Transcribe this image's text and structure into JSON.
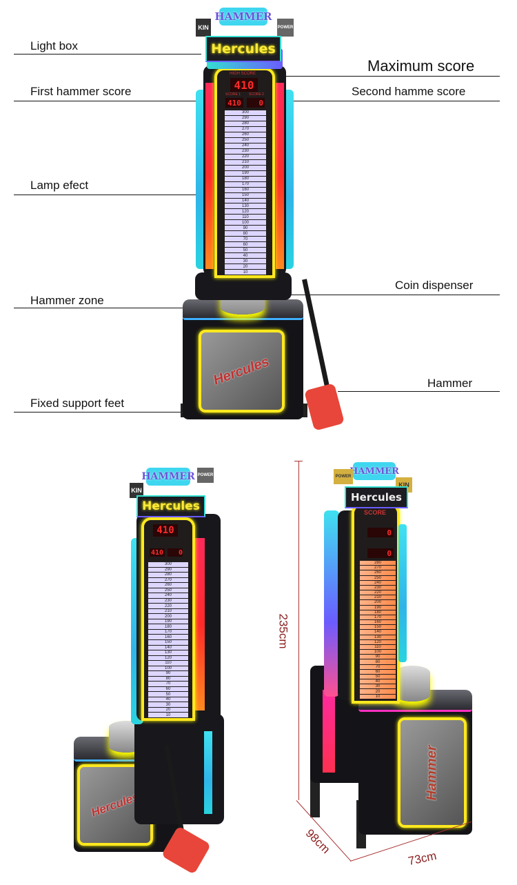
{
  "labels": {
    "light_box": "Light box",
    "maximum_score": "Maximum score",
    "first_hammer_score": "First hammer score",
    "second_hammer_score": "Second hamme score",
    "lamp_effect": "Lamp efect",
    "coin_dispenser": "Coin dispenser",
    "hammer_zone": "Hammer zone",
    "hammer": "Hammer",
    "fixed_support_feet": "Fixed support feet"
  },
  "machine": {
    "top_sign": "HAMMER",
    "main_sign": "Hercules",
    "left_box": "KIN",
    "right_box": "POWER",
    "high_score_label": "HIGH SCORE",
    "high_score": "410",
    "score1_label": "SCORE 1",
    "score1": "410",
    "score2_label": "SCORE 2",
    "score2": "0",
    "panel_logo": "Hercules",
    "scale": [
      "300",
      "290",
      "280",
      "270",
      "260",
      "250",
      "240",
      "230",
      "220",
      "210",
      "200",
      "190",
      "180",
      "170",
      "160",
      "150",
      "140",
      "130",
      "120",
      "110",
      "100",
      "90",
      "80",
      "70",
      "60",
      "50",
      "40",
      "30",
      "20",
      "10"
    ]
  },
  "side_view": {
    "score_label": "SCORE",
    "readout1": "0",
    "readout2": "0",
    "panel_logo": "Hammer",
    "scale": [
      "280",
      "270",
      "260",
      "250",
      "240",
      "230",
      "220",
      "210",
      "200",
      "190",
      "180",
      "170",
      "160",
      "150",
      "140",
      "130",
      "120",
      "110",
      "100",
      "90",
      "80",
      "70",
      "60",
      "50",
      "40",
      "30",
      "20",
      "10"
    ]
  },
  "dimensions": {
    "height": "235cm",
    "depth": "98cm",
    "width": "73cm"
  },
  "colors": {
    "neon_yellow": "#ffe81f",
    "neon_cyan": "#3fe1f0",
    "neon_red": "#ff2a2a",
    "dimension": "#8a2020"
  }
}
